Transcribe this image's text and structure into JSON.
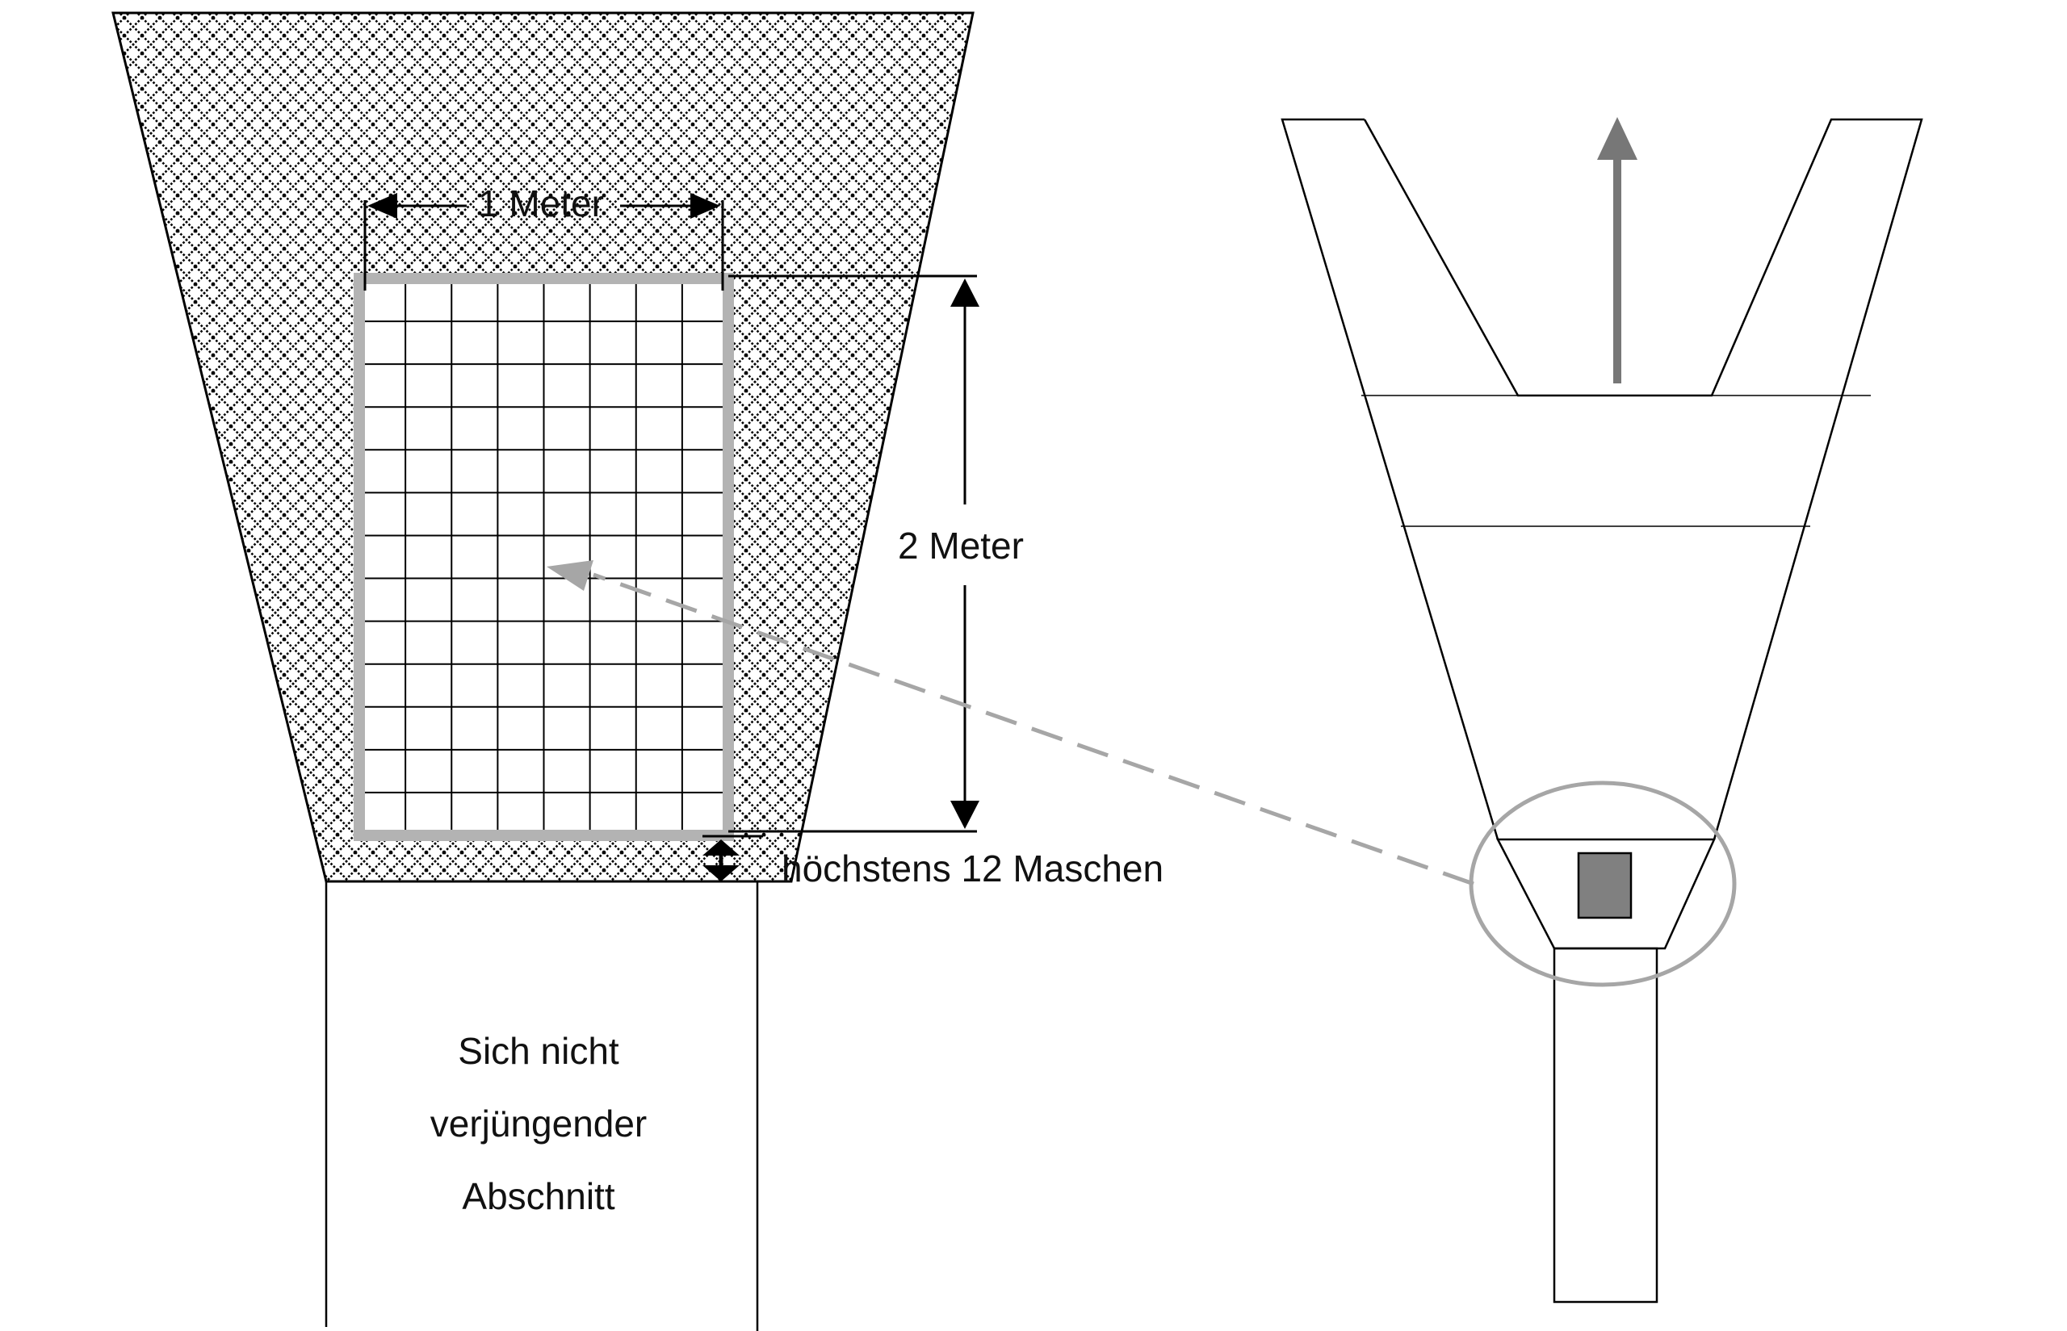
{
  "labels": {
    "width": "1 Meter",
    "height": "2 Meter",
    "max_meshes": "höchstens 12 Maschen",
    "non_tapering": [
      "Sich nicht",
      "verjüngender",
      "Abschnitt"
    ]
  },
  "panel": {
    "columns": 8,
    "rows": 13
  },
  "colors": {
    "line": "#000000",
    "panel_frame": "#b3b3b3",
    "arrow": "#777777",
    "marker": "#808080",
    "dash": "#a6a6a6"
  },
  "icons": {
    "upward_arrow": "arrow-up-icon",
    "dimension_arrows": "double-arrow-icon"
  }
}
